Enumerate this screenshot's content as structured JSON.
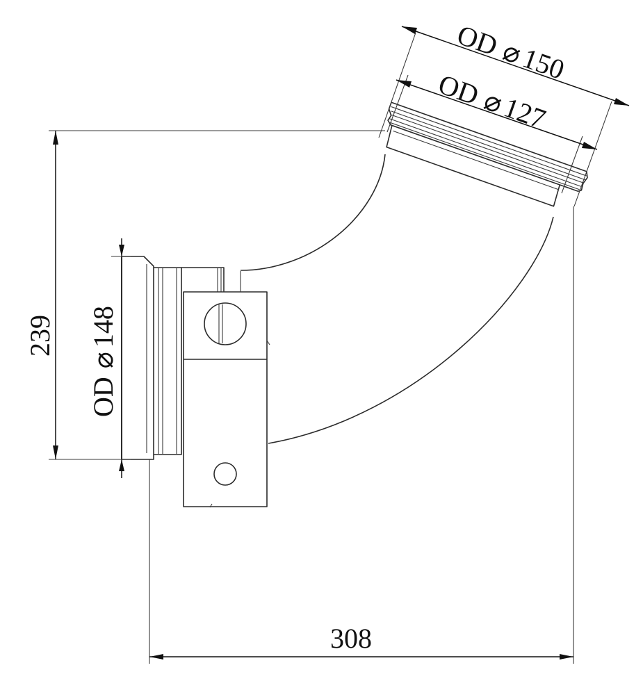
{
  "drawing": {
    "dimensions": {
      "outlet_outer": {
        "prefix": "OD",
        "symbol": "⌀",
        "value": "150"
      },
      "outlet_inner": {
        "prefix": "OD",
        "symbol": "⌀",
        "value": "127"
      },
      "inlet": {
        "prefix": "OD",
        "symbol": "⌀",
        "value": "148"
      },
      "height": {
        "value": "239"
      },
      "width": {
        "value": "308"
      }
    },
    "colors": {
      "line": "#2b2b2b",
      "dimension": "#111111",
      "background": "#ffffff"
    }
  }
}
